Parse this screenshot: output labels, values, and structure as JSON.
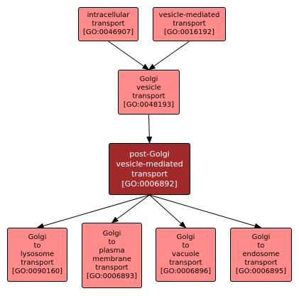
{
  "nodes": {
    "intracellular_transport": {
      "lines": [
        "intracellular",
        "transport",
        "[GO:0046907]"
      ]
    },
    "vesicle_mediated_transport": {
      "lines": [
        "vesicle-mediated",
        "transport",
        "[GO:0016192]"
      ]
    },
    "golgi_vesicle_transport": {
      "lines": [
        "Golgi",
        "vesicle",
        "transport",
        "[GO:0048193]"
      ]
    },
    "post_golgi_vesicle_mediated_transport": {
      "lines": [
        "post-Golgi",
        "vesicle-mediated",
        "transport",
        "[GO:0006892]"
      ]
    },
    "golgi_to_lysosome_transport": {
      "lines": [
        "Golgi",
        "to",
        "lysosome",
        "transport",
        "[GO:0090160]"
      ]
    },
    "golgi_to_plasma_membrane_transport": {
      "lines": [
        "Golgi",
        "to",
        "plasma",
        "membrane",
        "transport",
        "[GO:0006893]"
      ]
    },
    "golgi_to_vacuole_transport": {
      "lines": [
        "Golgi",
        "to",
        "vacuole",
        "transport",
        "[GO:0006896]"
      ]
    },
    "golgi_to_endosome_transport": {
      "lines": [
        "Golgi",
        "to",
        "endosome",
        "transport",
        "[GO:0006895]"
      ]
    }
  },
  "edges": [
    {
      "from": "intracellular_transport",
      "to": "golgi_vesicle_transport"
    },
    {
      "from": "vesicle_mediated_transport",
      "to": "golgi_vesicle_transport"
    },
    {
      "from": "golgi_vesicle_transport",
      "to": "post_golgi_vesicle_mediated_transport"
    },
    {
      "from": "post_golgi_vesicle_mediated_transport",
      "to": "golgi_to_lysosome_transport"
    },
    {
      "from": "post_golgi_vesicle_mediated_transport",
      "to": "golgi_to_plasma_membrane_transport"
    },
    {
      "from": "post_golgi_vesicle_mediated_transport",
      "to": "golgi_to_vacuole_transport"
    },
    {
      "from": "post_golgi_vesicle_mediated_transport",
      "to": "golgi_to_endosome_transport"
    }
  ],
  "colors": {
    "node_fill": "#ff8c8a",
    "focus_fill": "#a02a2a",
    "edge": "#000000"
  }
}
